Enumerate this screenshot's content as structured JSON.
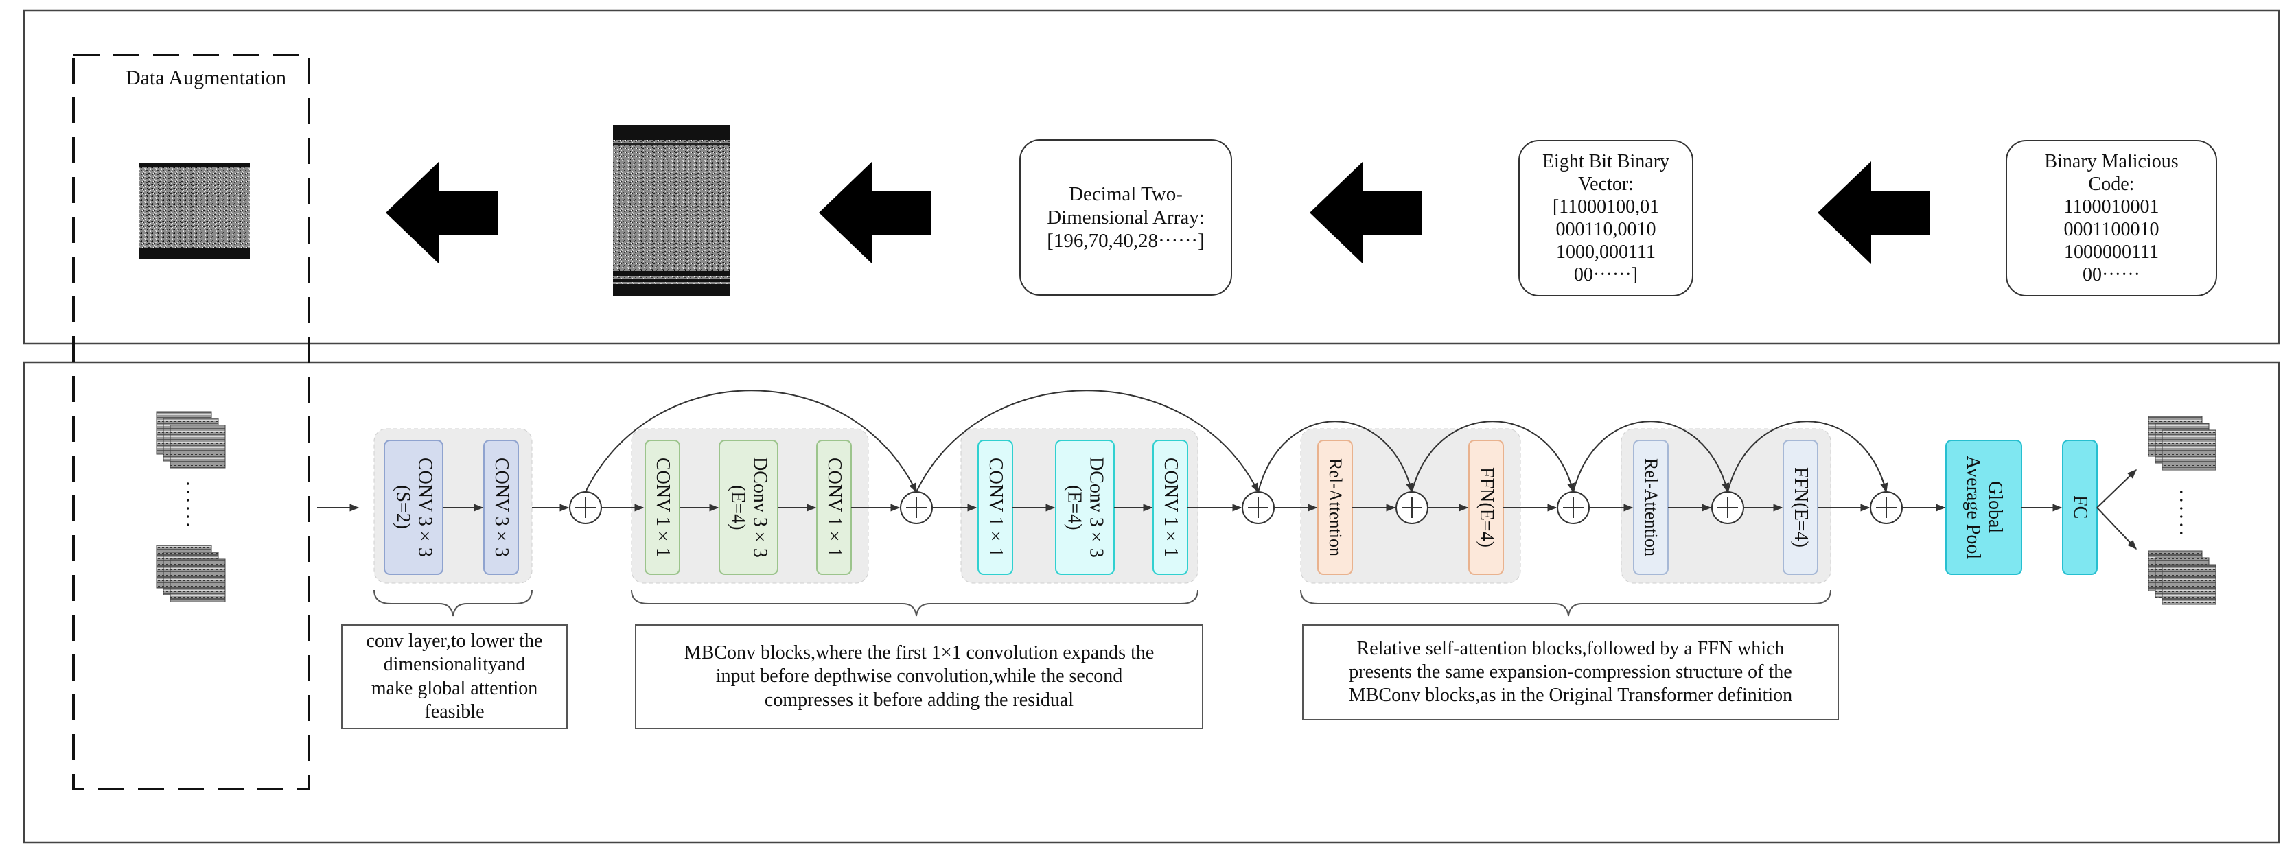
{
  "top_panel": {
    "augmentation_label": "Data Augmentation",
    "boxes": {
      "decimal_array": "Decimal Two-\nDimensional Array:\n[196,70,40,28······]",
      "eight_bit_vector": "Eight Bit Binary\nVector:\n[11000100,01\n000110,0010\n1000,000111\n00······]",
      "binary_code": "Binary Malicious\nCode:\n1100010001\n0001100010\n1000000111\n00······"
    }
  },
  "bottom_panel": {
    "stem": {
      "conv1": "CONV 3×3\n(S=2)",
      "conv2": "CONV 3×3"
    },
    "mbconv1": {
      "conv_a": "CONV 1×1",
      "dconv": "DConv 3×3\n(E=4)",
      "conv_b": "CONV 1×1"
    },
    "mbconv2": {
      "conv_a": "CONV 1×1",
      "dconv": "DConv 3×3\n(E=4)",
      "conv_b": "CONV 1×1"
    },
    "transformer1": {
      "attn": "Rel-Attention",
      "ffn": "FFN(E=4)"
    },
    "transformer2": {
      "attn": "Rel-Attention",
      "ffn": "FFN(E=4)"
    },
    "pool": "Global\nAverage Pool",
    "fc": "FC",
    "dots_left": "······",
    "dots_right": "······",
    "captions": {
      "conv": "conv layer,to lower the\ndimensionalityand\nmake global attention\nfeasible",
      "mbconv": "MBConv blocks,where the first 1×1 convolution expands the\ninput before depthwise convolution,while the second\ncompresses it before adding the residual",
      "attention": "Relative self-attention blocks,followed by a FFN which\npresents the same expansion-compression structure of the\nMBConv blocks,as in the Original Transformer definition"
    }
  },
  "colors": {
    "stem_fill": "#d4dcef",
    "stem_stroke": "#8fa3cf",
    "mb1_fill": "#e3f0dd",
    "mb1_stroke": "#9cc48c",
    "mb2_fill": "#ddfbfb",
    "mb2_stroke": "#30d0d0",
    "attn_fill": "#fce8da",
    "attn_stroke": "#e9b28e",
    "attn2_fill": "#e6edf6",
    "attn2_stroke": "#a6b8d6",
    "head_fill": "#7fe7f1",
    "head_stroke": "#27bfd0",
    "group_fill": "#ececec"
  }
}
